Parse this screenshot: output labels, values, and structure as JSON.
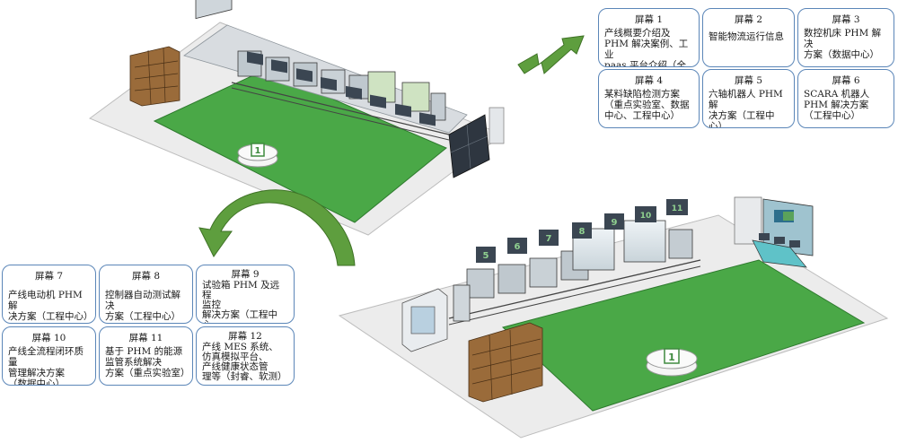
{
  "screens_top": [
    {
      "id": 1,
      "title": "屏幕 1",
      "desc": "产线概要介绍及\nPHM 解决案例、工业\npaas 平台介绍（全体）"
    },
    {
      "id": 2,
      "title": "屏幕 2",
      "desc": "智能物流运行信息"
    },
    {
      "id": 3,
      "title": "屏幕 3",
      "desc": "数控机床 PHM 解决\n方案（数据中心）"
    },
    {
      "id": 4,
      "title": "屏幕 4",
      "desc": "某料缺陷检测方案\n（重点实验室、数据\n中心、工程中心）"
    },
    {
      "id": 5,
      "title": "屏幕 5",
      "desc": "六轴机器人 PHM 解\n决方案（工程中心）"
    },
    {
      "id": 6,
      "title": "屏幕 6",
      "desc": "SCARA 机器人\nPHM 解决方案\n（工程中心）"
    }
  ],
  "screens_bottom": [
    {
      "id": 7,
      "title": "屏幕 7",
      "desc": "产线电动机 PHM 解\n决方案（工程中心）"
    },
    {
      "id": 8,
      "title": "屏幕 8",
      "desc": "控制器自动测试解决\n方案（工程中心）"
    },
    {
      "id": 9,
      "title": "屏幕 9",
      "desc": "试验箱 PHM 及远程\n监控\n解决方案（工程中心、\n重点实验室）"
    },
    {
      "id": 10,
      "title": "屏幕 10",
      "desc": "产线全流程闭环质量\n管理解决方案\n（数据中心）"
    },
    {
      "id": 11,
      "title": "屏幕 11",
      "desc": "基于 PHM 的能源\n监管系统解决\n方案（重点实验室）"
    },
    {
      "id": 12,
      "title": "屏幕 12",
      "desc": "产线 MES 系统、\n仿真模拟平台、\n产线健康状态管\n理等（封睿、软测）"
    }
  ],
  "marker_top": "1",
  "marker_bottom": "1",
  "screen_badges_bottom": [
    "5",
    "6",
    "7",
    "8",
    "9",
    "10",
    "11"
  ],
  "colors": {
    "floor_green": "#4aa847",
    "floor_border": "#2e7a2e",
    "platform": "#ececec",
    "card_border": "#5b86b8",
    "arrow_green": "#5e9e3e",
    "monitor_frame": "#3b4652",
    "monitor_screen": "#2d6f8c"
  }
}
